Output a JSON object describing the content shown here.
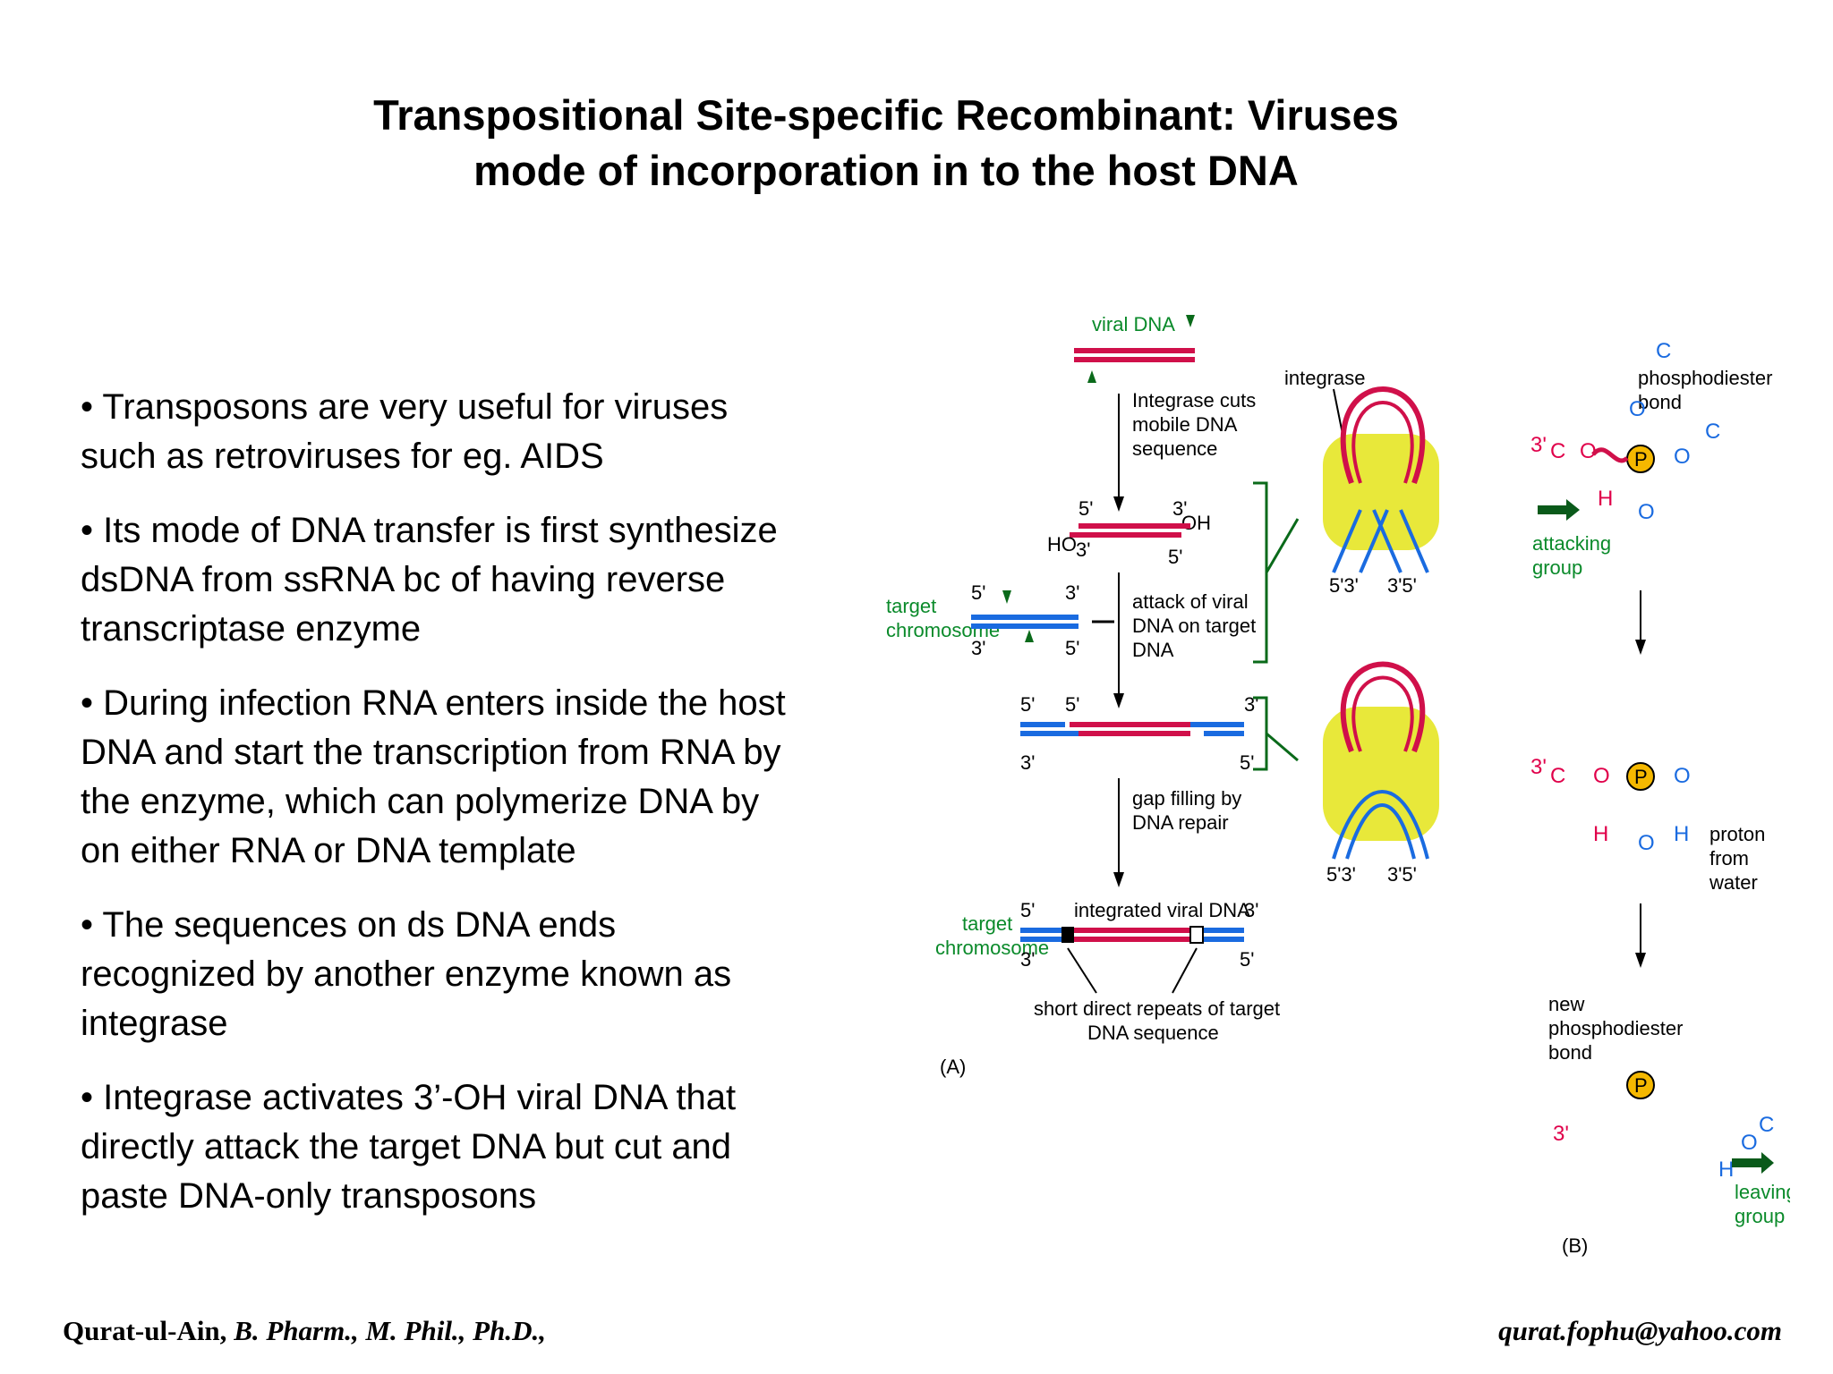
{
  "title": {
    "line1": "Transpositional Site-specific Recombinant: Viruses",
    "line2": "mode of incorporation in to the host DNA"
  },
  "bullets": [
    {
      "lines": [
        "• Transposons are very useful for viruses",
        "such as retroviruses for eg. AIDS"
      ]
    },
    {
      "lines": [
        "• Its mode of DNA transfer is first synthesize",
        "dsDNA from ssRNA bc of having reverse",
        "transcriptase enzyme"
      ]
    },
    {
      "lines": [
        "• During infection RNA enters inside the host",
        "DNA and start the transcription from RNA by",
        "the enzyme, which can polymerize DNA by",
        "on either RNA or DNA template"
      ]
    },
    {
      "lines": [
        "• The sequences on ds DNA ends",
        "recognized by another enzyme known as",
        "integrase"
      ]
    },
    {
      "lines": [
        "• Integrase activates 3’-OH viral DNA that",
        "directly attack the target DNA but cut and",
        "paste DNA-only transposons"
      ]
    }
  ],
  "footer": {
    "name": "Qurat-ul-Ain,",
    "degrees": " B. Pharm., M. Phil., Ph.D.,",
    "email": "qurat.fophu@yahoo.com"
  },
  "figure": {
    "viral_dna": "viral DNA",
    "integrase_cuts": [
      "Integrase cuts",
      "mobile DNA",
      "sequence"
    ],
    "attack": [
      "attack of viral",
      "DNA on target",
      "DNA"
    ],
    "gap_filling": [
      "gap filling by",
      "DNA repair"
    ],
    "integrated": "integrated viral DNA",
    "short_repeats": [
      "short direct repeats of target",
      "DNA sequence"
    ],
    "target_chromosome": [
      "target",
      "chromosome"
    ],
    "integrase": "integrase",
    "five_prime": "5'",
    "three_prime": "3'",
    "ho": "HO",
    "oh": "OH",
    "bottom_ends": "5'3'",
    "bottom_ends2": "3'5'",
    "panel_a": "(A)",
    "panel_b": "(B)",
    "phosphodiester": [
      "phosphodiester",
      "bond"
    ],
    "attacking": [
      "attacking",
      "group"
    ],
    "proton": [
      "proton",
      "from",
      "water"
    ],
    "new_phosphodiester": [
      "new",
      "phosphodiester",
      "bond"
    ],
    "leaving": [
      "leaving",
      "group"
    ],
    "P": "P",
    "O": "O",
    "H": "H",
    "C": "C",
    "three_c": "3'",
    "five_c": "5'"
  }
}
